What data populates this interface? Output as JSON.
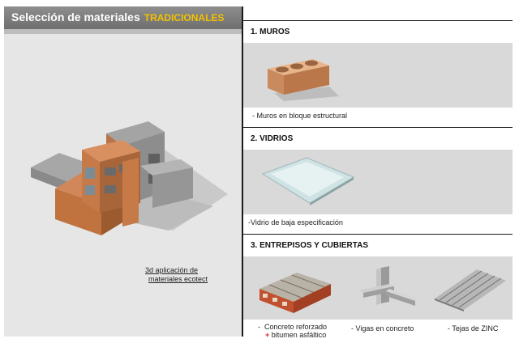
{
  "header": {
    "title": "Selección de materiales",
    "accent": "TRADICIONALES"
  },
  "model3d": {
    "caption_line1": "3d aplicación de",
    "caption_line2": "materiales ecotect"
  },
  "sections": {
    "muros": {
      "title": "1. MUROS",
      "caption": "- Muros en bloque estructural"
    },
    "vidrios": {
      "title": "2. VIDRIOS",
      "caption": "-Vidrio de baja especificación"
    },
    "entrepisos": {
      "title": "3. ENTREPISOS Y CUBIERTAS",
      "items": [
        {
          "dash": "-",
          "line1": "Concreto reforzado",
          "plus": "+",
          "line2": "bitumen asfáltico"
        },
        {
          "label": "- Vigas en concreto"
        },
        {
          "label": "- Tejas de ZINC"
        }
      ]
    }
  },
  "colors": {
    "accent": "#f2c200",
    "plus": "#d9251c",
    "band": "#d9d9d9"
  }
}
